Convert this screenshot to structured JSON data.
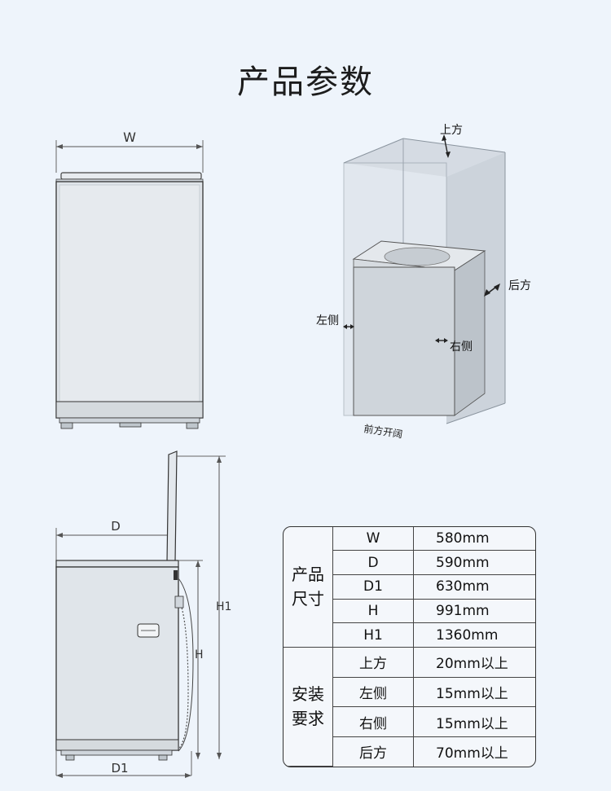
{
  "title": "产品参数",
  "front_view": {
    "width_label": "W"
  },
  "install_view": {
    "top": "上方",
    "back": "后方",
    "left": "左侧",
    "right": "右侧",
    "front": "前方开阔"
  },
  "side_view": {
    "d": "D",
    "d1": "D1",
    "h": "H",
    "h1": "H1"
  },
  "spec_table": {
    "product_group": [
      "产品",
      "尺寸"
    ],
    "install_group": [
      "安装",
      "要求"
    ],
    "product_rows": [
      {
        "key": "W",
        "value": "580mm"
      },
      {
        "key": "D",
        "value": "590mm"
      },
      {
        "key": "D1",
        "value": "630mm"
      },
      {
        "key": "H",
        "value": "991mm"
      },
      {
        "key": "H1",
        "value": "1360mm"
      }
    ],
    "install_rows": [
      {
        "key": "上方",
        "value": "20mm以上"
      },
      {
        "key": "左侧",
        "value": "15mm以上"
      },
      {
        "key": "右侧",
        "value": "15mm以上"
      },
      {
        "key": "后方",
        "value": "70mm以上"
      }
    ]
  }
}
